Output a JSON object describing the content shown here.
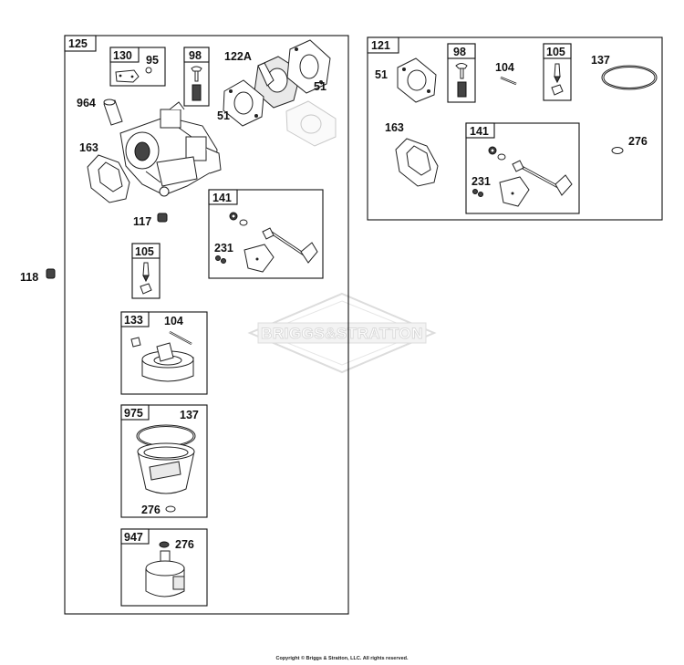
{
  "watermark": "BRIGGS&STRATTON",
  "copyright": "Copyright © Briggs & Stratton, LLC. All rights reserved.",
  "groups": {
    "g125": "125",
    "g130": "130",
    "g98a": "98",
    "g141a": "141",
    "g105a": "105",
    "g133": "133",
    "g975": "975",
    "g947": "947",
    "g121": "121",
    "g98b": "98",
    "g105b": "105",
    "g141b": "141"
  },
  "parts": {
    "p95": "95",
    "p122a": "122A",
    "p51a": "51",
    "p51b": "51",
    "p964": "964",
    "p163a": "163",
    "p117": "117",
    "p231a": "231",
    "p118": "118",
    "p104a": "104",
    "p137a": "137",
    "p276a": "276",
    "p276b": "276",
    "p51c": "51",
    "p104b": "104",
    "p137b": "137",
    "p163b": "163",
    "p276c": "276",
    "p231b": "231"
  }
}
